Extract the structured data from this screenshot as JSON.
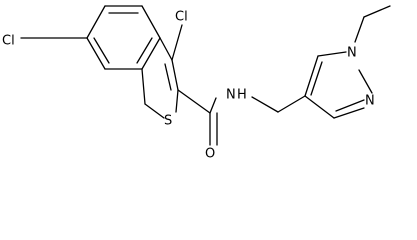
{
  "molecule": {
    "atoms": {
      "cl_ring": "Cl",
      "cl_thiophene": "Cl",
      "sulfur": "S",
      "amide_nitrogen": "N",
      "amide_hydrogen": "H",
      "carbonyl_oxygen": "O",
      "pyrazole_n1": "N",
      "pyrazole_n2": "N"
    }
  }
}
